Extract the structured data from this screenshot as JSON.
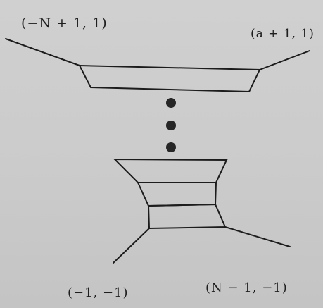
{
  "labels": {
    "top_left": "(−N + 1, 1)",
    "top_right": "(a + 1, 1)",
    "bottom_left": "(−1, −1)",
    "bottom_right": "(N − 1, −1)"
  },
  "ellipsis_dots": 3,
  "colors": {
    "background": "#cbcbcb",
    "ink": "#1c1c1c"
  }
}
